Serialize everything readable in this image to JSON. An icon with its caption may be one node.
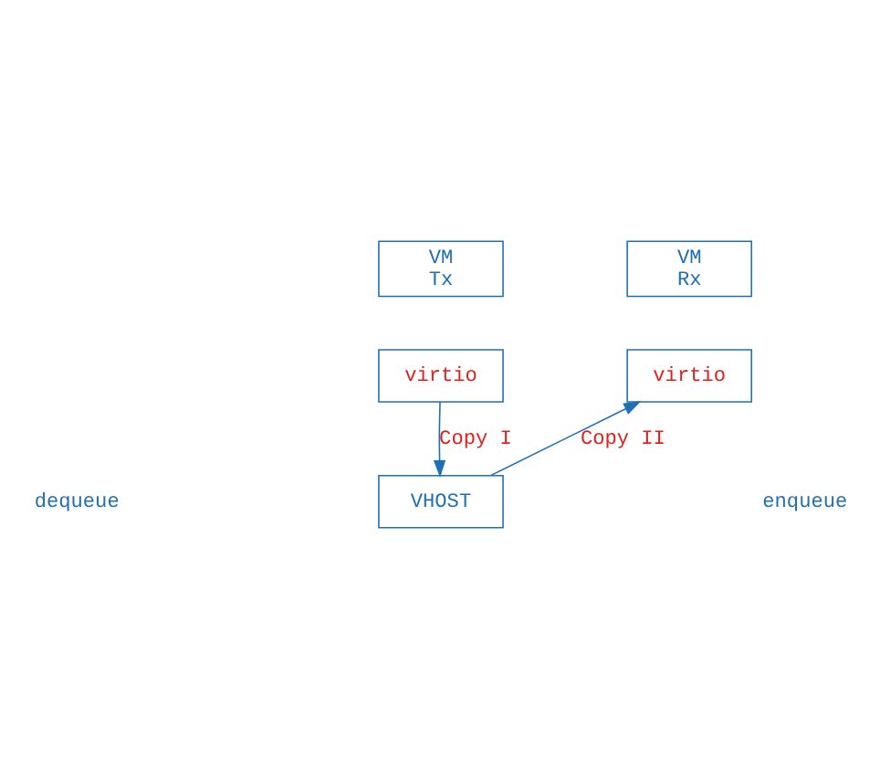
{
  "diagram": {
    "nodes": [
      {
        "text": [
          "VM",
          "Tx"
        ]
      },
      {
        "text": [
          "virtio"
        ]
      },
      {
        "text": [
          "VM",
          "Rx"
        ]
      },
      {
        "text": [
          "virtio"
        ]
      },
      {
        "text": [
          "VHOST"
        ]
      }
    ],
    "edges": [
      {
        "from": 1,
        "to": 4,
        "arrow": "to",
        "label": "Copy I"
      },
      {
        "from": 4,
        "to": 3,
        "arrow": "to",
        "label": "Copy II"
      }
    ],
    "labels": [
      "dequeue",
      "enqueue"
    ]
  }
}
